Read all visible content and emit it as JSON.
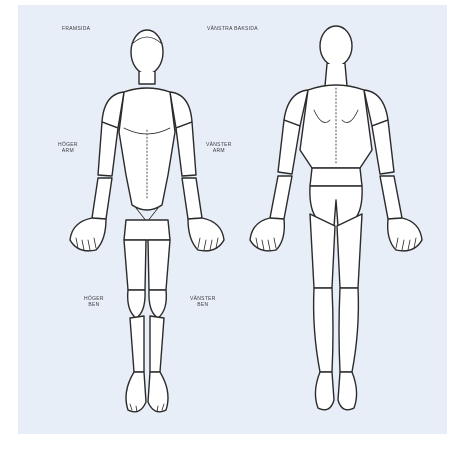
{
  "labels": {
    "front_view": "FRAMSIDA",
    "back_view": "VÄNSTRA BAKSIDA",
    "right_arm": {
      "line1": "HÖGER",
      "line2": "ARM"
    },
    "left_arm": {
      "line1": "VÄNSTER",
      "line2": "ARM"
    },
    "right_leg": {
      "line1": "HÖGER",
      "line2": "BEN"
    },
    "left_leg": {
      "line1": "VÄNSTER",
      "line2": "BEN"
    }
  },
  "colors": {
    "panel_background": "#e8eef8",
    "page_background": "#ffffff",
    "outline": "#2b2b2b"
  }
}
